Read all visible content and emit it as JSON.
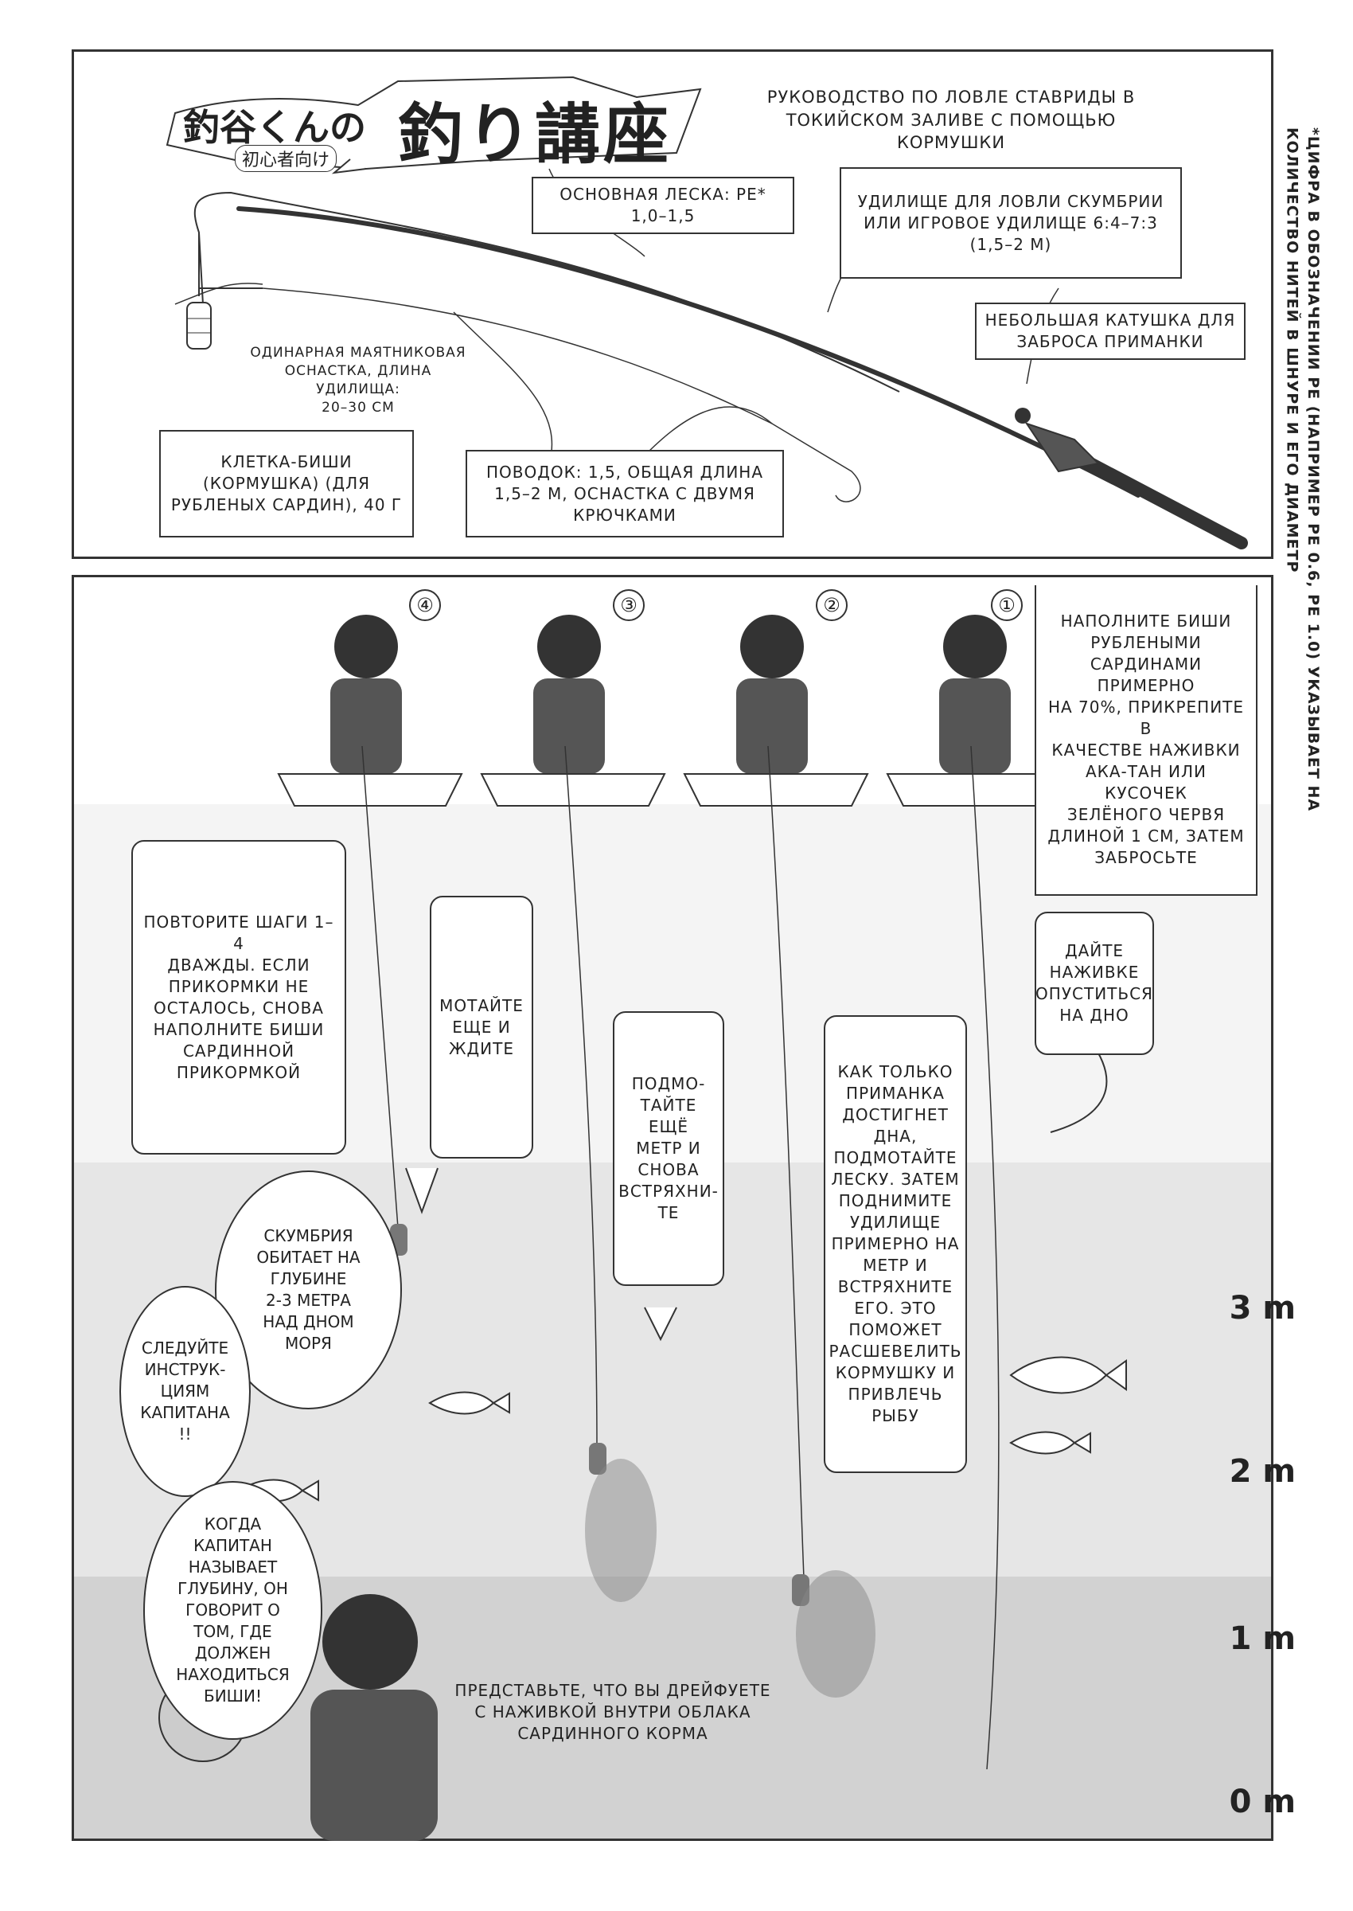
{
  "header": {
    "title_small": "釣谷くんの",
    "title_big": "釣り講座",
    "title_sub": "初心者向け",
    "subtitle": "РУКОВОДСТВО ПО ЛОВЛЕ СТАВРИДЫ В\nТОКИЙСКОМ ЗАЛИВЕ С ПОМОЩЬЮ КОРМУШКИ"
  },
  "rig_labels": {
    "main_line": "ОСНОВНАЯ ЛЕСКА: PE*\n1,0–1,5",
    "rod": "УДИЛИЩЕ ДЛЯ ЛОВЛИ СКУМБРИИ\nИЛИ ИГРОВОЕ УДИЛИЩЕ 6:4–7:3\n(1,5–2 М)",
    "reel": "НЕБОЛЬШАЯ КАТУШКА ДЛЯ\nЗАБРОСА ПРИМАНКИ",
    "pendulum": "ОДИНАРНАЯ МАЯТНИКОВАЯ\nОСНАСТКА, ДЛИНА УДИЛИЩА:\n20–30 СМ",
    "feeder": "КЛЕТКА-БИШИ\n(КОРМУШКА) (ДЛЯ\nРУБЛЕНЫХ САРДИН), 40 Г",
    "leader": "ПОВОДОК: 1,5, ОБЩАЯ ДЛИНА\n1,5–2 М, ОСНАСТКА С ДВУМЯ\nКРЮЧКАМИ"
  },
  "footnote": "*ЦИФРА В ОБОЗНАЧЕНИИ PE (НАПРИМЕР PE 0.6, PE 1.0) УКАЗЫВАЕТ НА\nКОЛИЧЕСТВО НИТЕЙ В ШНУРЕ И ЕГО ДИАМЕТР",
  "steps": {
    "n1": "①",
    "n2": "②",
    "n3": "③",
    "n4": "④",
    "s1": "НАПОЛНИТЕ БИШИ\nРУБЛЕНЫМИ\nСАРДИНАМИ ПРИМЕРНО\nНА 70%, ПРИКРЕПИТЕ В\nКАЧЕСТВЕ НАЖИВКИ\nАКА-ТАН ИЛИ КУСОЧЕК\nЗЕЛЁНОГО ЧЕРВЯ\nДЛИНОЙ 1 СМ, ЗАТЕМ\nЗАБРОСЬТЕ",
    "s1b": "ДАЙТЕ\nНАЖИВКЕ\nОПУСТИТЬСЯ\nНА ДНО",
    "s2": "КАК ТОЛЬКО\nПРИМАНКА\nДОСТИГНЕТ\nДНА,\nПОДМОТАЙТЕ\nЛЕСКУ. ЗАТЕМ\nПОДНИМИТЕ\nУДИЛИЩЕ\nПРИМЕРНО НА\nМЕТР И\nВСТРЯХНИТЕ\nЕГО. ЭТО\nПОМОЖЕТ\nРАСШЕВЕЛИТЬ\nКОРМУШКУ И\nПРИВЛЕЧЬ\nРЫБУ",
    "s3": "ПОДМО-\nТАЙТЕ ЕЩЁ\nМЕТР И\nСНОВА\nВСТРЯХНИ-\nТЕ",
    "s4": "МОТАЙТЕ\nЕЩЕ И\nЖДИТЕ",
    "repeat": "ПОВТОРИТЕ ШАГИ 1–4\nДВАЖДЫ. ЕСЛИ\nПРИКОРМКИ НЕ\nОСТАЛОСЬ, СНОВА\nНАПОЛНИТЕ БИШИ\nСАРДИННОЙ\nПРИКОРМКОЙ"
  },
  "speech": {
    "depth": "СКУМБРИЯ\nОБИТАЕТ НА\nГЛУБИНЕ\n2-3 МЕТРА\nНАД ДНОМ\nМОРЯ",
    "captain": "СЛЕДУЙТЕ\nИНСТРУК-\nЦИЯМ\nКАПИТАНА\n!!",
    "biship": "КОГДА\nКАПИТАН\nНАЗЫВАЕТ\nГЛУБИНУ, ОН\nГОВОРИТ О\nТОМ, ГДЕ\nДОЛЖЕН\nНАХОДИТЬСЯ\nБИШИ!",
    "imagine": "ПРЕДСТАВЬТЕ, ЧТО ВЫ ДРЕЙФУЕТЕ\nС НАЖИВКОЙ ВНУТРИ ОБЛАКА\nСАРДИННОГО КОРМА"
  },
  "depths": {
    "d3": "3 m",
    "d2": "2 m",
    "d1": "1 m",
    "d0": "0 m"
  },
  "colors": {
    "water_top": "#f4f4f4",
    "water_mid": "#e6e6e6",
    "water_deep": "#d2d2d2",
    "line": "#333333"
  }
}
